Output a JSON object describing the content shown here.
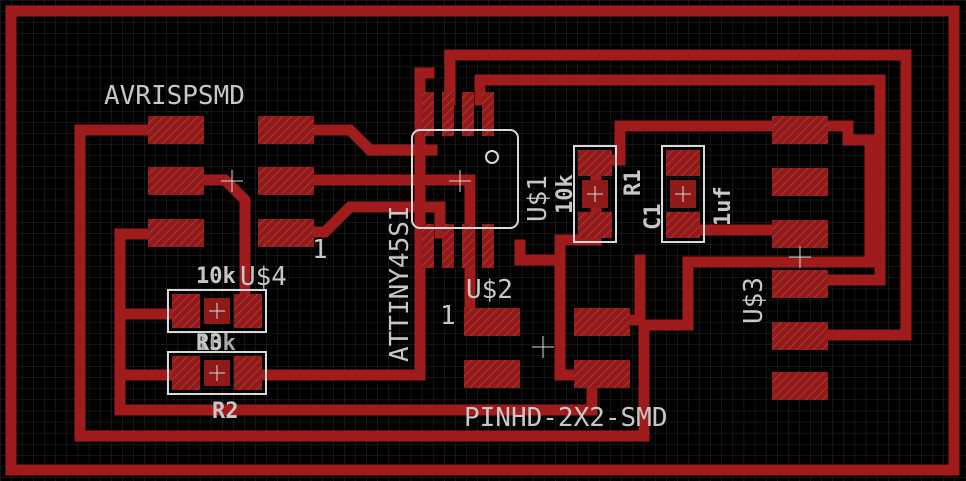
{
  "colors": {
    "background": "#000000",
    "grid": "#2a2a2a",
    "copper": "#a01c1c",
    "pad": "#8e1a1a",
    "text": "#c7c7c7",
    "outline": "#d9d9d9"
  },
  "labels": {
    "avrispsmd": "AVRISPSMD",
    "us4": "U$4",
    "us4_pin1": "1",
    "tiny": "ATTINY45SI",
    "us1": "U$1",
    "us2": "U$2",
    "us2_pin1": "1",
    "r1_value": "10k",
    "r1": "R1",
    "c1": "C1",
    "c1_value": "1uf",
    "us3": "U$3",
    "r3_value": "10k",
    "r3": "R3",
    "r2_value": "10k",
    "r2": "R2",
    "pinhd": "PINHD-2X2-SMD"
  }
}
